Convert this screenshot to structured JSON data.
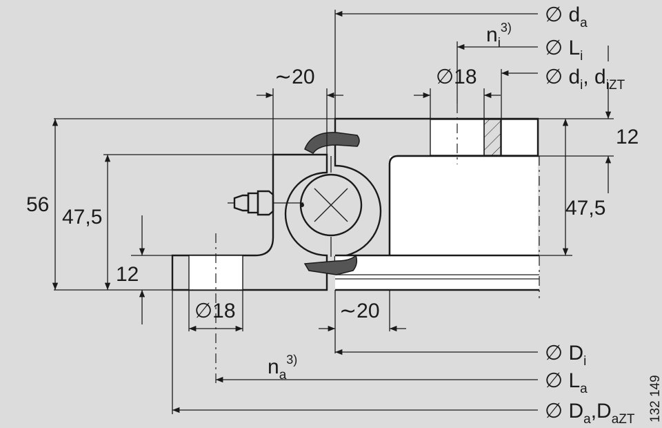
{
  "labels": {
    "d_a": "∅ d",
    "d_a_sub": "a",
    "n_i": "n",
    "n_i_sub": "i",
    "n_i_sup": "3)",
    "L_i": "∅ L",
    "L_i_sub": "i",
    "dia18_top": "∅18",
    "approx20_top": "∼20",
    "d_i": "∅ d",
    "d_i_sub": "i",
    "d_i_sep": ", d",
    "d_i_sub2": "iZT",
    "dim12_right": "12",
    "dim56": "56",
    "dim475_left": "47,5",
    "dim475_right": "47,5",
    "dim12_left": "12",
    "dia18_bottom": "∅18",
    "approx20_bottom": "∼20",
    "D_i": "∅ D",
    "D_i_sub": "i",
    "n_a": "n",
    "n_a_sub": "a",
    "n_a_sup": "3)",
    "L_a": "∅ L",
    "L_a_sub": "a",
    "D_a": "∅ D",
    "D_a_sub": "a",
    "D_a_sep": ",D",
    "D_a_sub2": "aZT",
    "drawing_number": "132 149"
  },
  "colors": {
    "background": "#dcdcdc",
    "body": "#ffffff",
    "line": "#1a1a1a",
    "seal": "#555555"
  }
}
